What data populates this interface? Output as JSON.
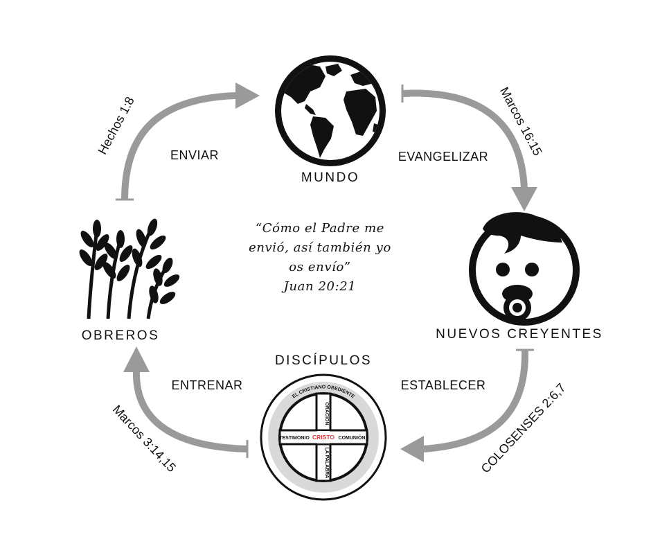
{
  "nodes": {
    "mundo": "MUNDO",
    "nuevos_creyentes": "NUEVOS CREYENTES",
    "discipulos": "DISCÍPULOS",
    "obreros": "OBREROS"
  },
  "actions": {
    "evangelizar": "EVANGELIZAR",
    "establecer": "ESTABLECER",
    "entrenar": "ENTRENAR",
    "enviar": "ENVIAR"
  },
  "references": {
    "marcos_16_15": "Marcos 16:15",
    "colosenses": "COLOSENSES 2:6,7",
    "marcos_3": "Marcos 3:14,15",
    "hechos": "Hechos 1:8"
  },
  "quote": {
    "line1": "“Cómo el Padre me",
    "line2": "envió, así también yo",
    "line3": "os envío”",
    "citation": "Juan 20:21"
  },
  "wheel": {
    "rim_text": "EL CRISTIANO OBEDIENTE",
    "center": "CRISTO",
    "top": "ORACIÓN",
    "bottom": "LA PALABRA",
    "left": "TESTIMONIO",
    "right": "COMUNIÓN"
  },
  "colors": {
    "arrow": "#9a9a9a",
    "icon": "#111111",
    "center_text": "#e03a3a"
  },
  "icons": [
    "globe-icon",
    "baby-icon",
    "disciple-wheel-icon",
    "wheat-icon"
  ]
}
